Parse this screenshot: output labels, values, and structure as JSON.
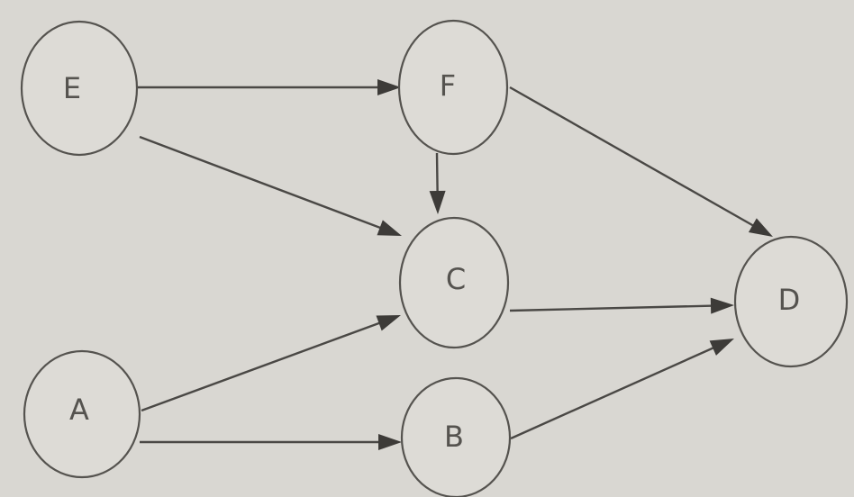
{
  "diagram": {
    "nodes": [
      {
        "id": "E",
        "label": "E"
      },
      {
        "id": "F",
        "label": "F"
      },
      {
        "id": "C",
        "label": "C"
      },
      {
        "id": "A",
        "label": "A"
      },
      {
        "id": "B",
        "label": "B"
      },
      {
        "id": "D",
        "label": "D"
      }
    ],
    "edges": [
      {
        "from": "E",
        "to": "F"
      },
      {
        "from": "E",
        "to": "C"
      },
      {
        "from": "F",
        "to": "C"
      },
      {
        "from": "F",
        "to": "D"
      },
      {
        "from": "C",
        "to": "D"
      },
      {
        "from": "A",
        "to": "C"
      },
      {
        "from": "A",
        "to": "B"
      },
      {
        "from": "B",
        "to": "D"
      }
    ]
  }
}
